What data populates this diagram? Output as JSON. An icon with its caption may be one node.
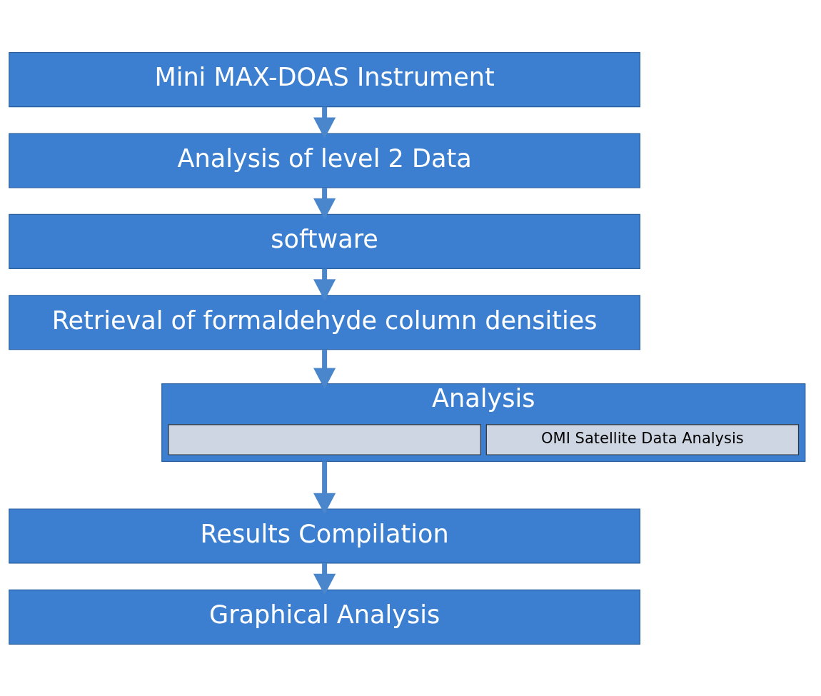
{
  "diagram": {
    "nodes": [
      {
        "text": [
          "Mini MAX-DOAS Instrument"
        ]
      },
      {
        "text": [
          "Analysis of level 2 Data"
        ]
      },
      {
        "text": [
          "software"
        ]
      },
      {
        "text": [
          "Retrieval of formaldehyde column densities"
        ]
      },
      {
        "text": [
          "Analysis"
        ]
      },
      {
        "text": [],
        "shape": "box",
        "in": 4
      },
      {
        "text": [
          "OMI Satellite Data Analysis"
        ],
        "in": 4
      },
      {
        "text": [
          "Results Compilation"
        ]
      },
      {
        "text": [
          "Graphical Analysis"
        ]
      }
    ],
    "edges": [
      {
        "from": 0,
        "to": 1,
        "arrow": "to"
      },
      {
        "from": 1,
        "to": 2,
        "arrow": "to"
      },
      {
        "from": 2,
        "to": 3,
        "arrow": "to"
      },
      {
        "from": 3,
        "to": 4,
        "arrow": "to"
      },
      {
        "from": 4,
        "to": 7,
        "arrow": "to"
      },
      {
        "from": 7,
        "to": 8,
        "arrow": "to"
      }
    ]
  }
}
